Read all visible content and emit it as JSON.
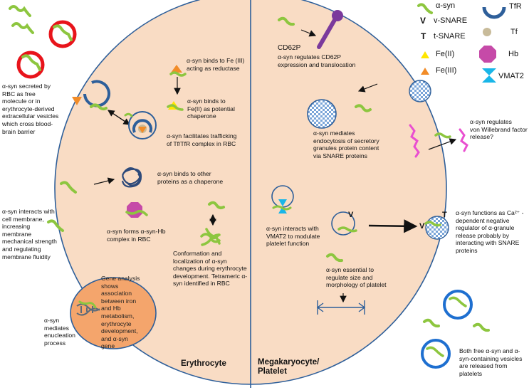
{
  "legend": {
    "asyn": "α-syn",
    "vsnare_symbol": "V",
    "vsnare": "v-SNARE",
    "tsnare_symbol": "T",
    "tsnare": "t-SNARE",
    "fe2": "Fe(II)",
    "fe3": "Fe(III)",
    "tfr": "TfR",
    "tf": "Tf",
    "hb": "Hb",
    "vmat2": "VMAT2"
  },
  "titles": {
    "erythrocyte": "Erythrocyte",
    "megakaryocyte": "Megakaryocyte/\nPlatelet"
  },
  "labels": {
    "secreted": "α-syn secreted by\nRBC as free\nmolecule or in\nerythrocyte-derived\nextracellular vesicles\nwhich cross blood-\nbrain barrier",
    "fe3": "α-syn binds to Fe (III)\nacting as reductase",
    "fe2": "α-syn binds to\nFe(II) as potential\nchaperone",
    "trafficking": "α-syn facilitates trafficking\nof Tf/TfR complex in RBC",
    "chaperone": "α-syn binds to other\nproteins as a chaperone",
    "membrane": "α-syn interacts with\ncell membrane,\nincreasing\nmembrane\nmechanical strength\nand regulating\nmembrane  fluidity",
    "hb": "α-syn forms α-syn-Hb\ncomplex in RBC",
    "conformation": "Conformation and\nlocalization of α-syn\nchanges during erythrocyte\ndevelopment. Tetrameric α-\nsyn identified in RBC",
    "gene": "Gene analysis\nshows\nassociation\nbetween iron\nand Hb\nmetabolism,\nerythrocyte\ndevelopment,\nand α-syn\ngene",
    "enucleation": "α-syn\nmediates\nenucleation\nprocess",
    "cd62p_title": "CD62P",
    "cd62p": "α-syn regulates CD62P\nexpression and translocation",
    "endocytosis": "α-syn mediates\nendocytosis of secretory\ngranules protein content\nvia SNARE proteins",
    "vwf": "α-syn regulates\nvon Willebrand  factor\nrelease?",
    "vmat2": "α-syn interacts with\nVMAT2 to modulate\nplatelet function",
    "calcium": "α-syn functions as Ca²⁺ -\ndependent negative\nregulator of α-granule\nrelease probably by\ninteracting with SNARE\nproteins",
    "size": "α-syn essential to\nregulate size and\nmorphology of platelet",
    "released": "Both free α-syn and α-\nsyn-containing vesicles\nare released from\nplatelets",
    "granule_v": "V",
    "granule_t": "T",
    "granule_v2": "V"
  },
  "colors": {
    "cell_fill": "#f9dcc4",
    "cell_stroke": "#2e5f9a",
    "asyn": "#8dc63f",
    "no_ring": "#e8141b",
    "tfr": "#2e5f9a",
    "fe3": "#f28c28",
    "fe2": "#ffe600",
    "hb": "#c64aa8",
    "vmat2": "#19b6e8",
    "tf": "#c8bb9a",
    "nucleus": "#f4a56c",
    "cd62p": "#7b3a9c",
    "vwf": "#e94fd0",
    "ves_ring": "#1e6fd0"
  }
}
